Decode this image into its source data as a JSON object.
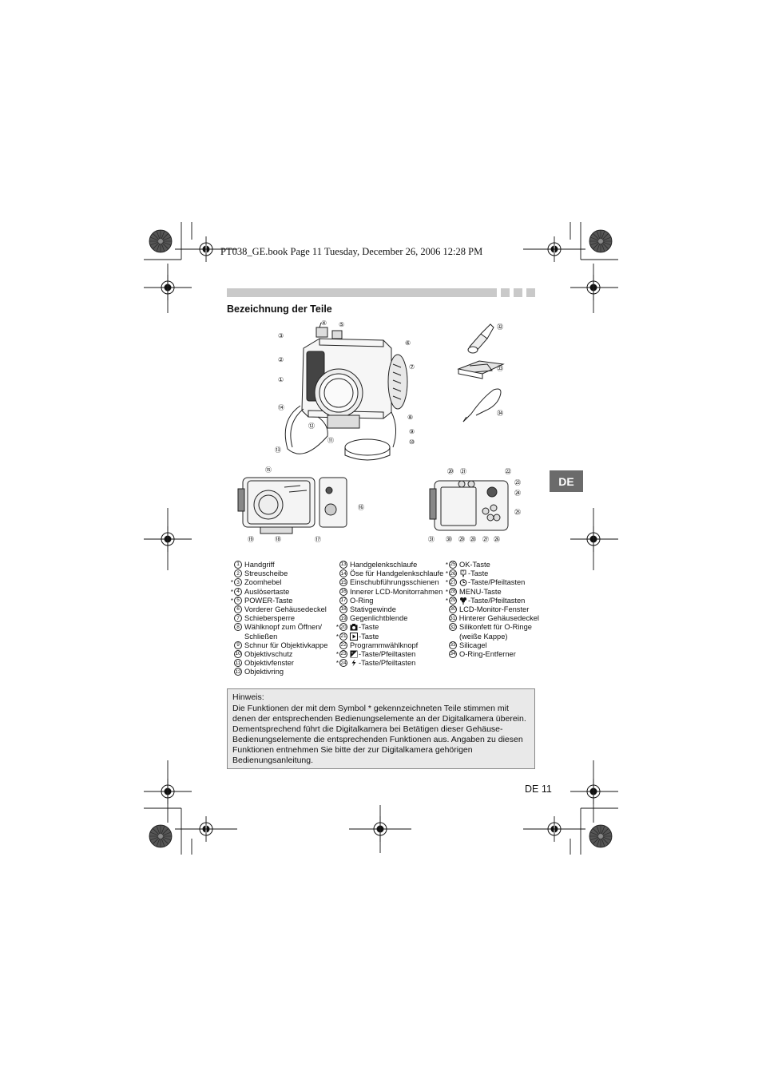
{
  "header": {
    "text": "PT038_GE.book  Page 11  Tuesday, December 26, 2006  12:28 PM"
  },
  "section": {
    "title": "Bezeichnung der Teile"
  },
  "language_tab": "DE",
  "figures": {
    "front_callouts": [
      "①",
      "②",
      "③",
      "④",
      "⑤",
      "⑥",
      "⑦",
      "⑧",
      "⑨",
      "⑩",
      "⑪",
      "⑫",
      "⑬",
      "⑭"
    ],
    "accessory_callouts": [
      "㉜",
      "㉝",
      "㉞"
    ],
    "open_callouts": [
      "⑮",
      "⑯",
      "⑰",
      "⑱",
      "⑲"
    ],
    "back_callouts": [
      "⑳",
      "㉑",
      "㉒",
      "㉓",
      "㉔",
      "㉕",
      "㉖",
      "㉗",
      "㉘",
      "㉙",
      "㉚",
      "㉛"
    ]
  },
  "parts_col1": [
    {
      "star": "",
      "num": "1",
      "text": "Handgriff"
    },
    {
      "star": "",
      "num": "2",
      "text": "Streuscheibe"
    },
    {
      "star": "*",
      "num": "3",
      "text": "Zoomhebel"
    },
    {
      "star": "*",
      "num": "4",
      "text": "Auslösertaste"
    },
    {
      "star": "*",
      "num": "5",
      "text": "POWER-Taste"
    },
    {
      "star": "",
      "num": "6",
      "text": "Vorderer Gehäusedeckel"
    },
    {
      "star": "",
      "num": "7",
      "text": "Schiebersperre"
    },
    {
      "star": "",
      "num": "8",
      "text": "Wählknopf zum Öffnen/",
      "cont": "Schließen"
    },
    {
      "star": "",
      "num": "9",
      "text": "Schnur für Objektivkappe"
    },
    {
      "star": "",
      "num": "10",
      "text": "Objektivschutz"
    },
    {
      "star": "",
      "num": "11",
      "text": "Objektivfenster"
    },
    {
      "star": "",
      "num": "12",
      "text": "Objektivring"
    }
  ],
  "parts_col2": [
    {
      "star": "",
      "num": "13",
      "text": "Handgelenkschlaufe"
    },
    {
      "star": "",
      "num": "14",
      "text": "Öse für Handgelenkschlaufe"
    },
    {
      "star": "",
      "num": "15",
      "text": "Einschubführungsschienen"
    },
    {
      "star": "",
      "num": "16",
      "text": "Innerer LCD-Monitorrahmen"
    },
    {
      "star": "",
      "num": "17",
      "text": "O-Ring"
    },
    {
      "star": "",
      "num": "18",
      "text": "Stativgewinde"
    },
    {
      "star": "",
      "num": "19",
      "text": "Gegenlichtblende"
    },
    {
      "star": "*",
      "num": "20",
      "icon": "camera-icon",
      "text": "-Taste"
    },
    {
      "star": "*",
      "num": "21",
      "icon": "play-icon",
      "text": "-Taste"
    },
    {
      "star": "",
      "num": "22",
      "text": "Programmwählknopf"
    },
    {
      "star": "*",
      "num": "23",
      "icon": "exposure-icon",
      "text": "-Taste/Pfeiltasten"
    },
    {
      "star": "*",
      "num": "24",
      "icon": "flash-icon",
      "text": "-Taste/Pfeiltasten"
    }
  ],
  "parts_col3": [
    {
      "star": "*",
      "num": "25",
      "text": "OK-Taste"
    },
    {
      "star": "*",
      "num": "26",
      "icon": "help-icon",
      "text": "-Taste"
    },
    {
      "star": "*",
      "num": "27",
      "icon": "self-timer-icon",
      "text": "-Taste/Pfeiltasten"
    },
    {
      "star": "*",
      "num": "28",
      "text": "MENU-Taste"
    },
    {
      "star": "*",
      "num": "29",
      "icon": "macro-icon",
      "text": "-Taste/Pfeiltasten"
    },
    {
      "star": "",
      "num": "30",
      "text": "LCD-Monitor-Fenster"
    },
    {
      "star": "",
      "num": "31",
      "text": "Hinterer Gehäusedeckel"
    },
    {
      "star": "",
      "num": "32",
      "text": "Silikonfett für O-Ringe",
      "cont": "(weiße Kappe)"
    },
    {
      "star": "",
      "num": "33",
      "text": "Silicagel"
    },
    {
      "star": "",
      "num": "34",
      "text": "O-Ring-Entferner"
    }
  ],
  "note": {
    "title": "Hinweis:",
    "body": "Die Funktionen der mit dem Symbol * gekennzeichneten Teile stimmen mit denen der entsprechenden Bedienungselemente an der Digitalkamera überein. Dementsprechend führt die Digitalkamera bei Betätigen dieser Gehäuse-Bedienungselemente die entsprechenden Funktionen aus. Angaben zu diesen Funktionen entnehmen Sie bitte der zur Digitalkamera gehörigen Bedienungsanleitung."
  },
  "page_number": "DE 11",
  "colors": {
    "tab": "#6b6b6b",
    "note_bg": "#e9e9e9",
    "section_bar": "#c9c9c9"
  }
}
